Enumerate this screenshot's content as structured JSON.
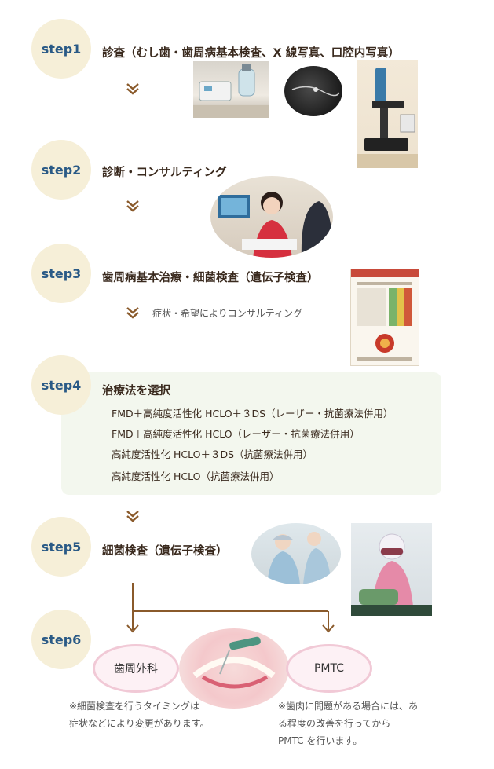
{
  "step1": {
    "badge": "step1",
    "title": "診査（むし歯・歯周病基本検査、X 線写真、口腔内写真）"
  },
  "step2": {
    "badge": "step2",
    "title": "診断・コンサルティング"
  },
  "step3": {
    "badge": "step3",
    "title": "歯周病基本治療・細菌検査（遺伝子検査）",
    "subnote": "症状・希望によりコンサルティング"
  },
  "step4": {
    "badge": "step4",
    "title": "治療法を選択",
    "options": [
      "FMD＋高純度活性化 HCLO＋３DS（レーザー・抗菌療法併用）",
      "FMD＋高純度活性化 HCLO（レーザー・抗菌療法併用）",
      "高純度活性化 HCLO＋３DS（抗菌療法併用）",
      "高純度活性化 HCLO（抗菌療法併用）"
    ]
  },
  "step5": {
    "badge": "step5",
    "title": "細菌検査（遺伝子検査）"
  },
  "step6": {
    "badge": "step6",
    "left_label": "歯周外科",
    "right_label": "PMTC",
    "left_note": [
      "※細菌検査を行うタイミングは",
      "症状などにより変更があります。"
    ],
    "right_note": [
      "※歯肉に問題がある場合には、あ",
      "る程度の改善を行ってから",
      "PMTC を行います。"
    ]
  },
  "icons": {
    "chevron": "double-chevron-down-icon",
    "arrow": "down-arrow-icon"
  },
  "colors": {
    "badge_bg": "#f6efd8",
    "badge_text": "#2a5a86",
    "chevron": "#8a5a2b",
    "panel_bg": "#f3f7ee",
    "bubble_border": "#f1c9d6",
    "connector": "#8a5a2b"
  }
}
